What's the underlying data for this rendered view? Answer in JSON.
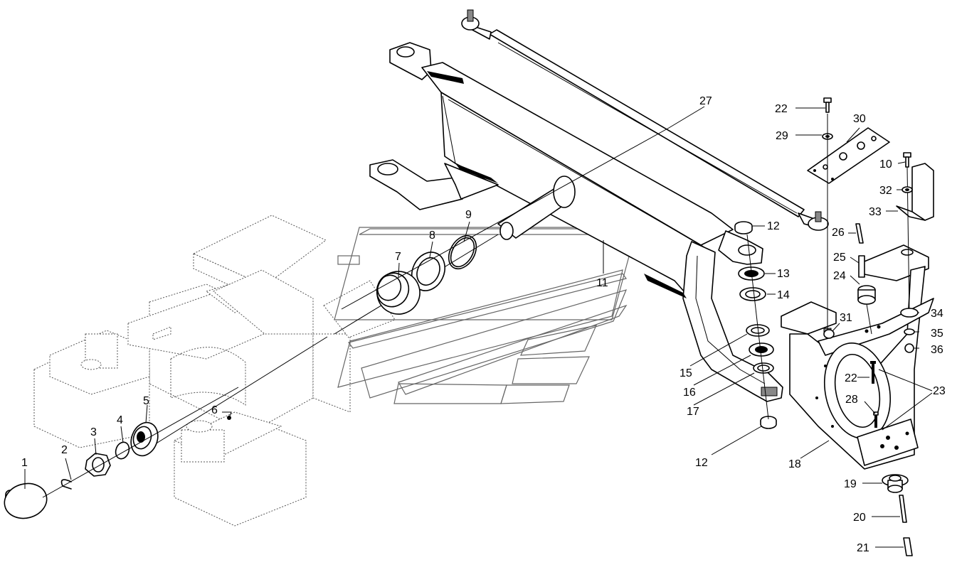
{
  "callouts": {
    "c1": "1",
    "c2": "2",
    "c3": "3",
    "c4": "4",
    "c5": "5",
    "c6": "6",
    "c7": "7",
    "c8": "8",
    "c9": "9",
    "c10": "10",
    "c11": "11",
    "c12a": "12",
    "c12b": "12",
    "c13": "13",
    "c14": "14",
    "c15": "15",
    "c16": "16",
    "c17": "17",
    "c18": "18",
    "c19": "19",
    "c20": "20",
    "c21": "21",
    "c22a": "22",
    "c22b": "22",
    "c23": "23",
    "c24": "24",
    "c25": "25",
    "c26": "26",
    "c27": "27",
    "c28": "28",
    "c29": "29",
    "c30": "30",
    "c31": "31",
    "c32": "32",
    "c33": "33",
    "c34": "34",
    "c35": "35",
    "c36": "36"
  }
}
